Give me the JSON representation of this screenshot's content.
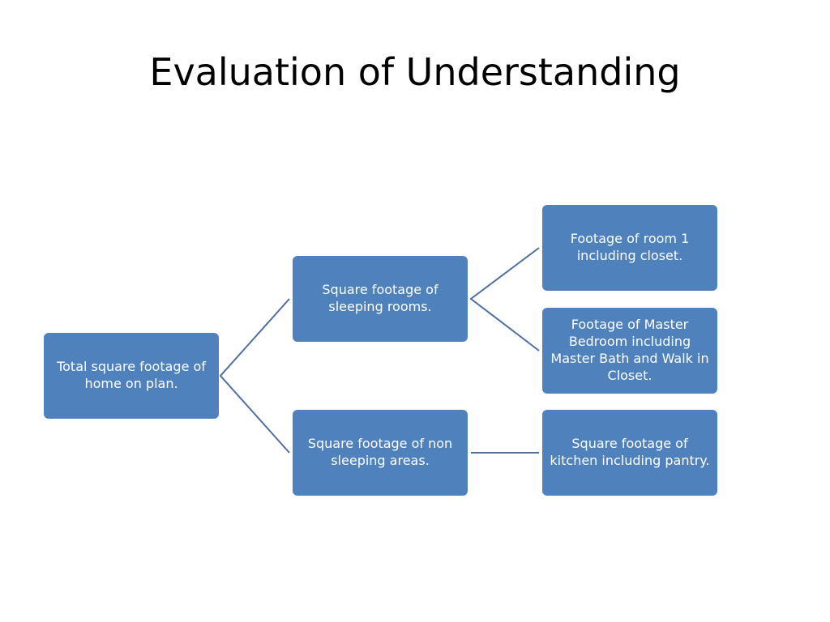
{
  "slide": {
    "title": "Evaluation of Understanding"
  },
  "diagram": {
    "node_color": "#4f81bd",
    "connector_color": "#4f6f9f",
    "root": "Total square footage of home on plan.",
    "sleeping": "Square footage of sleeping rooms.",
    "non_sleeping": "Square footage of non sleeping areas.",
    "room1": "Footage of room 1 including closet.",
    "master": "Footage of Master Bedroom including Master Bath and Walk in Closet.",
    "kitchen": "Square footage of kitchen including pantry."
  }
}
